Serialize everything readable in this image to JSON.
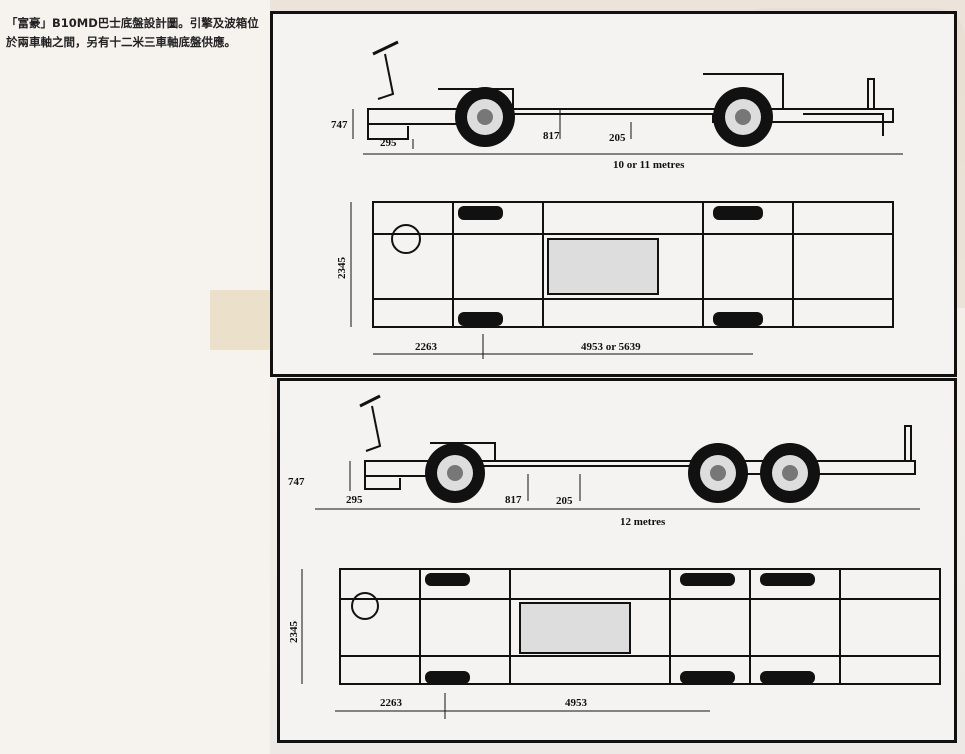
{
  "caption": "「富豪」B10MD巴士底盤設計圖。引擎及波箱位於兩車軸之間，另有十二米三車軸底盤供應。",
  "diagrams": [
    {
      "side_view": {
        "height": "747",
        "front_overhang": "295",
        "ground_clearance": "817",
        "rear_height": "205",
        "length": "10 or 11 metres"
      },
      "plan_view": {
        "width": "2345",
        "front_dim": "2263",
        "wheelbase": "4953 or 5639"
      }
    },
    {
      "side_view": {
        "height": "747",
        "front_overhang": "295",
        "ground_clearance": "817",
        "rear_height": "205",
        "length": "12 metres"
      },
      "plan_view": {
        "width": "2345",
        "front_dim": "2263",
        "wheelbase": "4953"
      }
    }
  ],
  "colors": {
    "ink": "#111111",
    "panel_bg": "#f4f3f1",
    "page_bg": "#f6f3ef"
  }
}
